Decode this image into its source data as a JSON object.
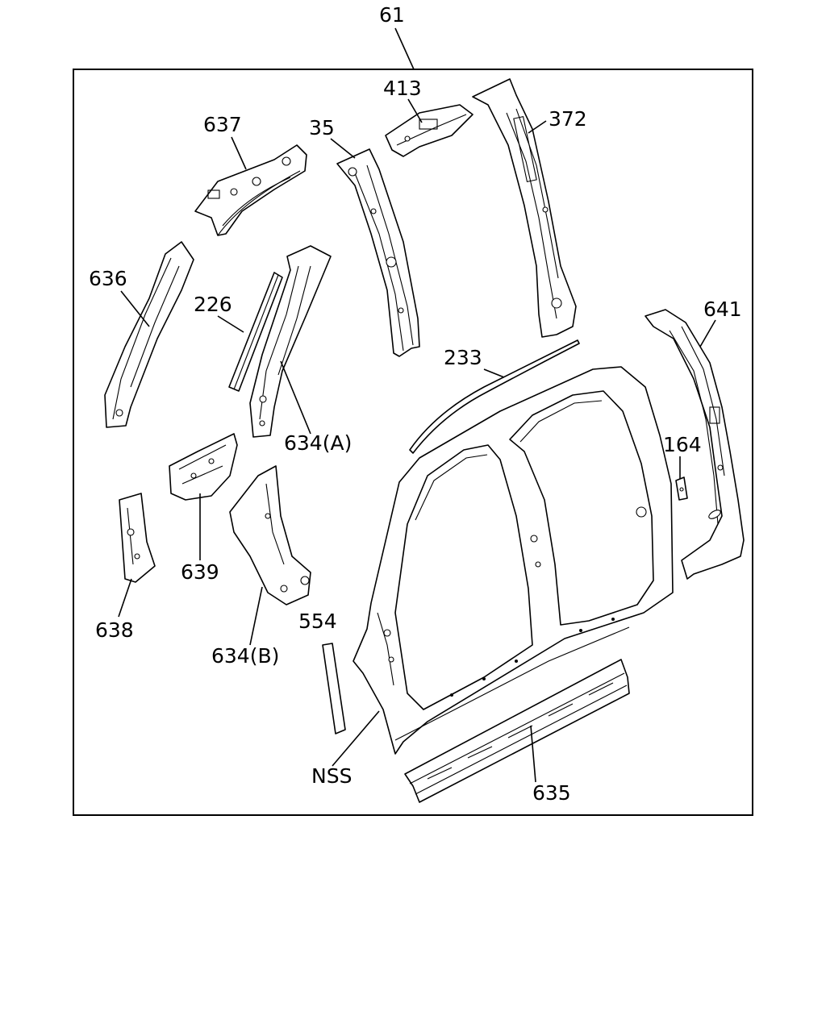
{
  "diagram": {
    "callouts": {
      "c61": "61",
      "c413": "413",
      "c372": "372",
      "c637": "637",
      "c35": "35",
      "c636": "636",
      "c226": "226",
      "c634a": "634(A)",
      "c233": "233",
      "c641": "641",
      "c164": "164",
      "c639": "639",
      "c638": "638",
      "c634b": "634(B)",
      "c554": "554",
      "c635": "635",
      "cnss": "NSS"
    }
  }
}
